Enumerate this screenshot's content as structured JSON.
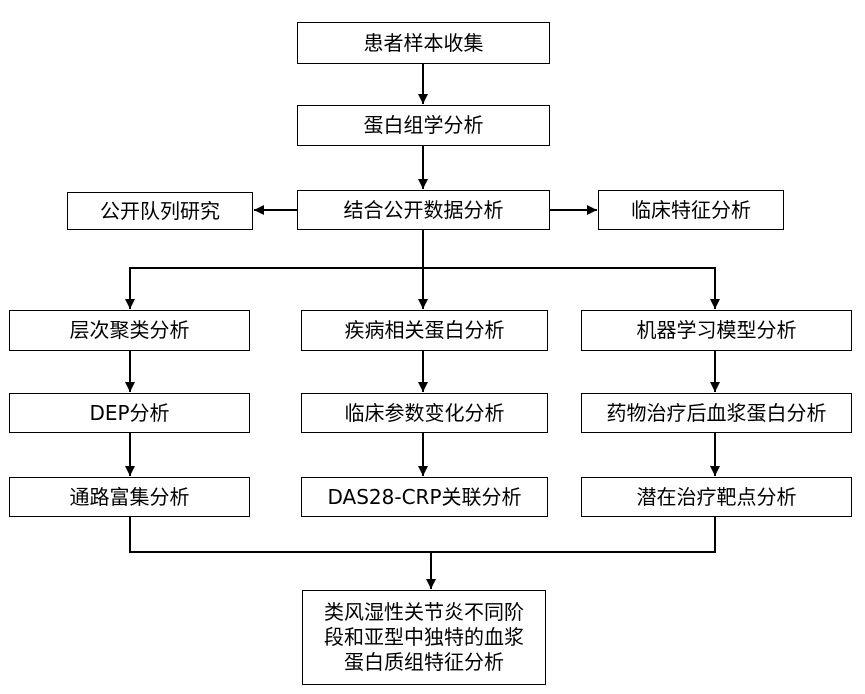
{
  "flowchart": {
    "nodes": {
      "sample_collection": "患者样本收集",
      "proteomics": "蛋白组学分析",
      "public_data": "结合公开数据分析",
      "public_cohort": "公开队列研究",
      "clinical_features": "临床特征分析",
      "hierarchical_clustering": "层次聚类分析",
      "disease_proteins": "疾病相关蛋白分析",
      "ml_model": "机器学习模型分析",
      "dep": "DEP分析",
      "clinical_params": "临床参数变化分析",
      "post_treatment_plasma": "药物治疗后血浆蛋白分析",
      "pathway_enrichment": "通路富集分析",
      "das28_crp": "DAS28-CRP关联分析",
      "therapeutic_targets": "潜在治疗靶点分析",
      "conclusion_lines": [
        "类风湿性关节炎不同阶",
        "段和亚型中独特的血浆",
        "蛋白质组特征分析"
      ]
    },
    "colors": {
      "stroke": "#000000",
      "fill": "#ffffff",
      "text": "#000000"
    }
  }
}
